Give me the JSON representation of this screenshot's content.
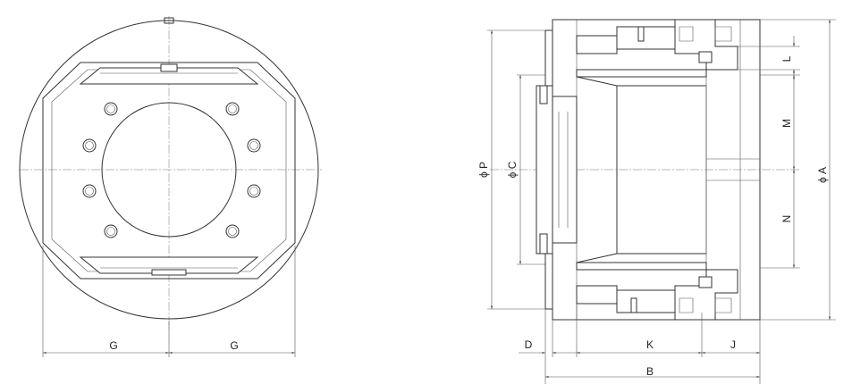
{
  "labels": {
    "g_left": "G",
    "g_right": "G",
    "d": "D",
    "k": "K",
    "j": "J",
    "b": "B",
    "l": "L",
    "m": "M",
    "n": "N",
    "phi_p": "ϕ P",
    "phi_c": "ϕ C",
    "phi_a": "ϕ A"
  },
  "colors": {
    "line": "#333333",
    "background": "#ffffff"
  }
}
